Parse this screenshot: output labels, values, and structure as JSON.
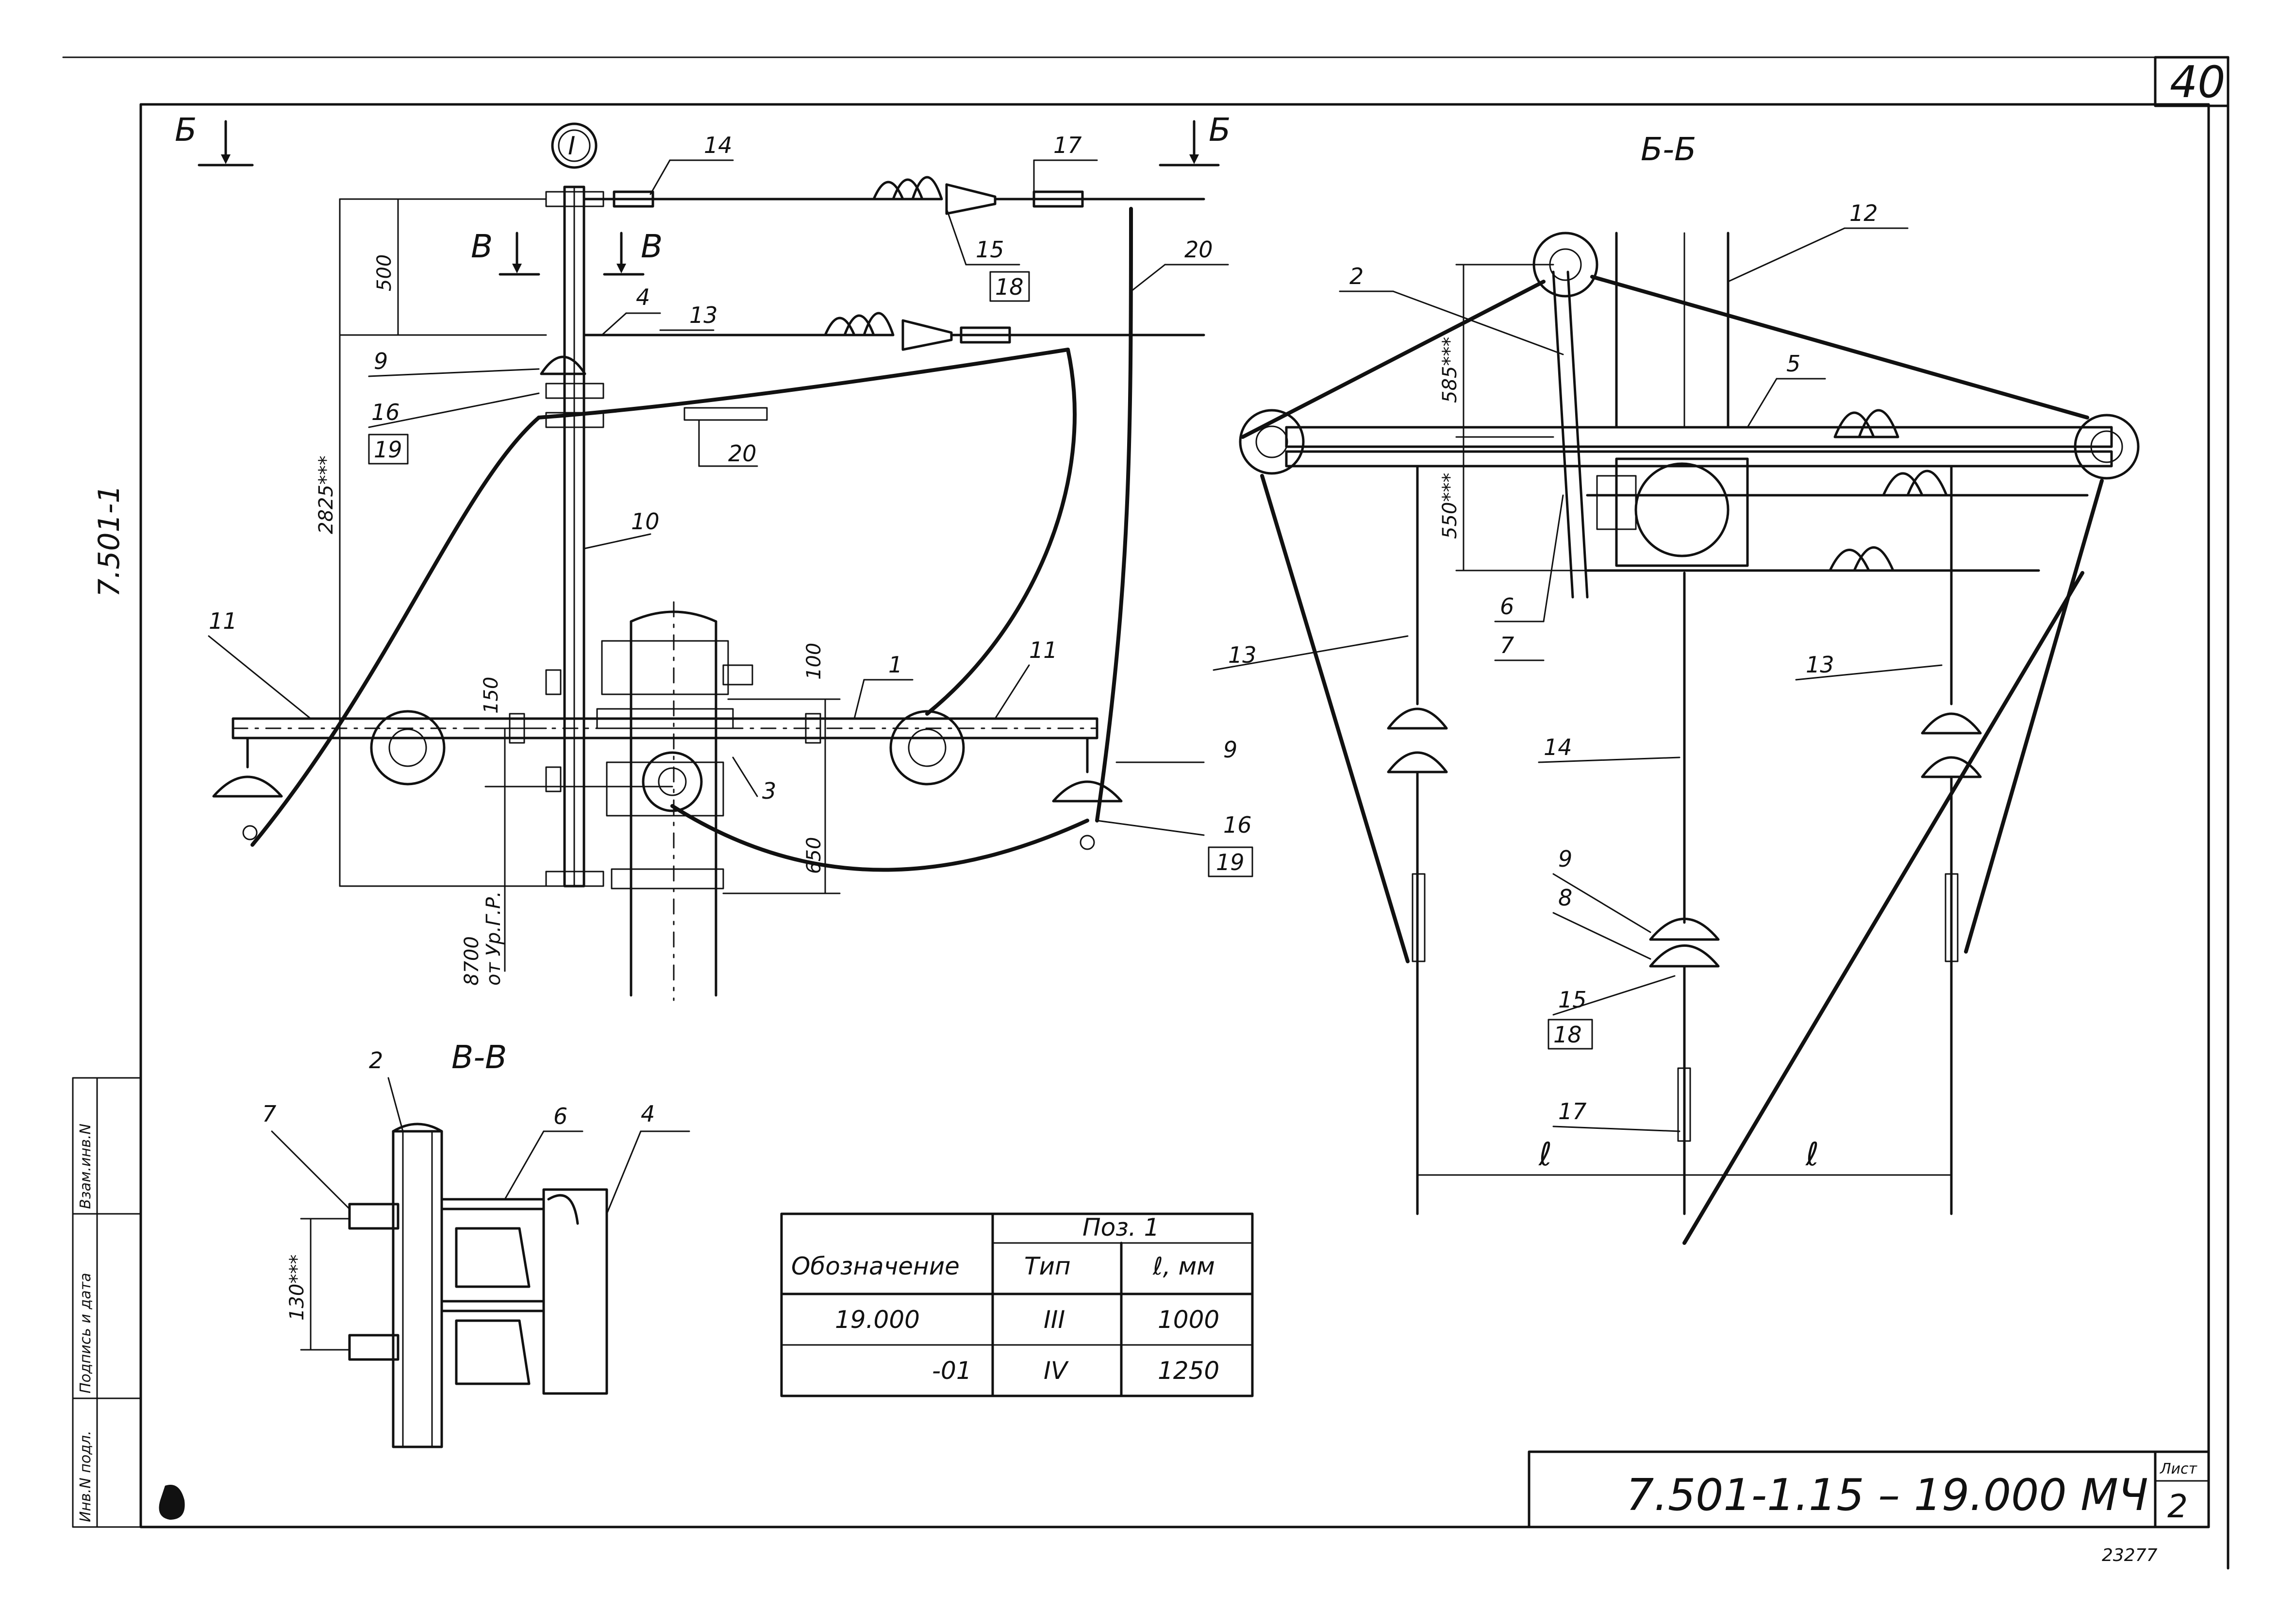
{
  "sheet": {
    "sheet_number": "40",
    "drawing_code": "7.501-1.15 –   19.000 МЧ",
    "sheet_label": "Лист",
    "sheet_index": "2",
    "inventory_number": "23277",
    "side_code": "7.501-1"
  },
  "side_columns": [
    "Инв.N подл.",
    "Подпись и дата",
    "Взам.инв.N"
  ],
  "views": {
    "main_marker": "I",
    "section_bb": "Б-Б",
    "section_vv": "В-В",
    "cut_b_left": "Б",
    "cut_b_right": "Б",
    "cut_v_left": "В",
    "cut_v_right": "В"
  },
  "dimensions": {
    "d500": "500",
    "d2825": "2825***",
    "d150": "150",
    "d100": "100",
    "d650": "650",
    "d8700": "8700",
    "d_ground": "от Ур.Г.Р.",
    "d585": "585***",
    "d550": "550***",
    "d130": "130***",
    "d_l_left": "ℓ",
    "d_l_right": "ℓ"
  },
  "positions": [
    "1",
    "2",
    "3",
    "4",
    "5",
    "6",
    "7",
    "8",
    "9",
    "10",
    "11",
    "12",
    "13",
    "14",
    "15",
    "16",
    "17",
    "18",
    "19",
    "20"
  ],
  "table": {
    "header_group": "Поз. 1",
    "col_designation": "Обозначение",
    "col_type": "Тип",
    "col_length": "ℓ, мм",
    "rows": [
      {
        "designation": "19.000",
        "type": "III",
        "length": "1000"
      },
      {
        "designation": "-01",
        "type": "IV",
        "length": "1250"
      }
    ]
  }
}
